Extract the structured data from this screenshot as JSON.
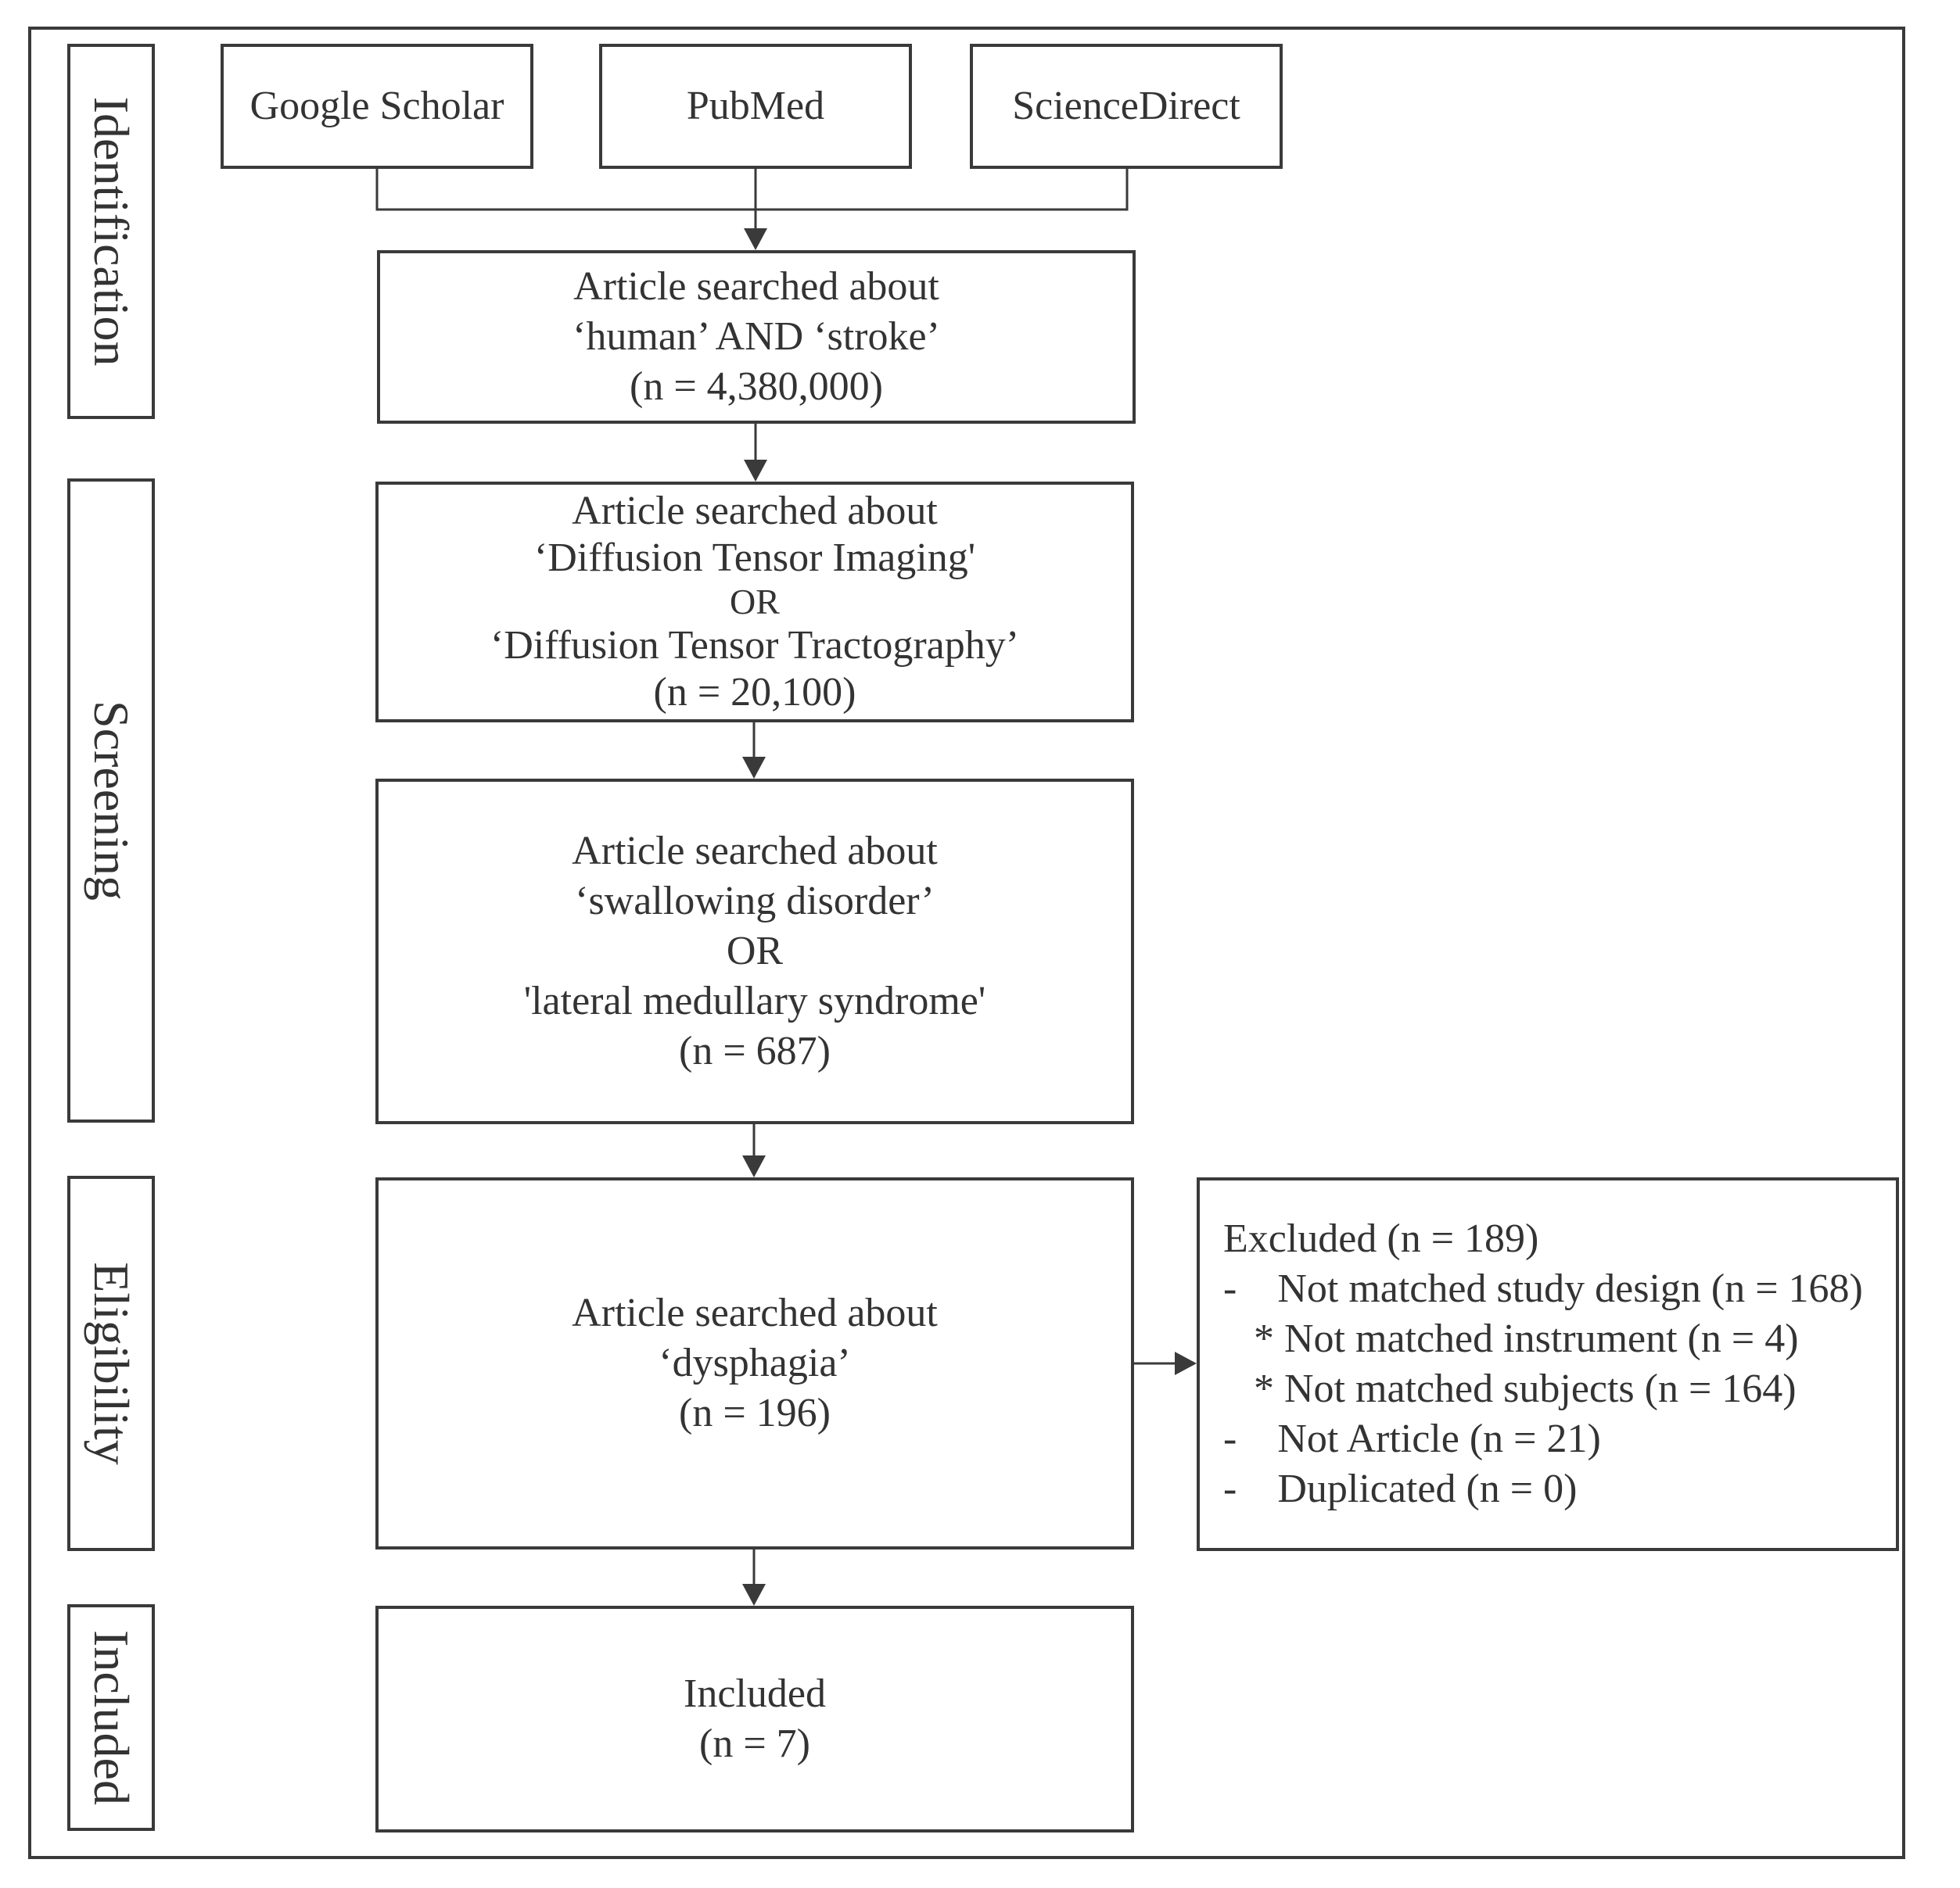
{
  "stages": {
    "identification": "Identification",
    "screening": "Screening",
    "eligibility": "Eligibility",
    "included": "Included"
  },
  "sources": {
    "google_scholar": "Google Scholar",
    "pubmed": "PubMed",
    "sciencedirect": "ScienceDirect"
  },
  "step1": {
    "line1": "Article searched about",
    "line2": "‘human’ AND ‘stroke’",
    "count": "(n = 4,380,000)"
  },
  "step2": {
    "line1": "Article searched about",
    "line2": "‘Diffusion Tensor Imaging'",
    "line3": "OR",
    "line4": "‘Diffusion Tensor Tractography’",
    "count": "(n = 20,100)"
  },
  "step3": {
    "line1": "Article searched about",
    "line2": "‘swallowing disorder’",
    "line3": "OR",
    "line4": "'lateral medullary syndrome'",
    "count": "(n = 687)"
  },
  "step4": {
    "line1": "Article searched about",
    "line2": "‘dysphagia’",
    "count": "(n = 196)"
  },
  "included": {
    "label": "Included",
    "count": "(n = 7)"
  },
  "excluded": {
    "title": "Excluded (n = 189)",
    "items": [
      "-    Not matched study design (n = 168)",
      "   * Not matched instrument (n = 4)",
      "   * Not matched subjects (n = 164)",
      "-    Not Article (n = 21)",
      "-    Duplicated (n = 0)"
    ]
  }
}
